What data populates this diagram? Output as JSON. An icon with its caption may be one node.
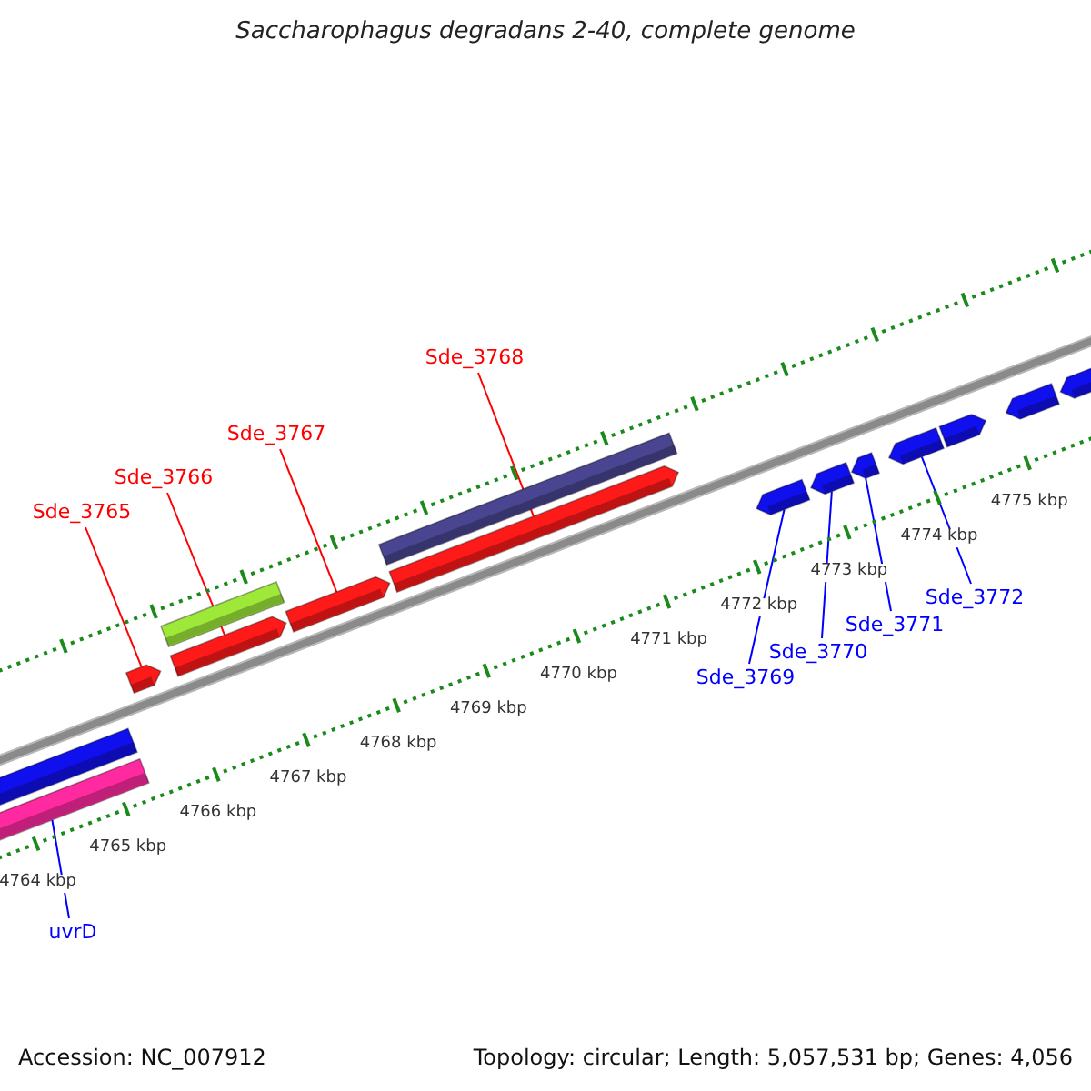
{
  "diagram": {
    "title": "Saccharophagus degradans 2-40, complete genome",
    "nodes": [
      {
        "text": [
          "Sde_3765"
        ]
      },
      {
        "text": [
          "Sde_3766"
        ]
      },
      {
        "text": [
          "Sde_3767"
        ]
      },
      {
        "text": [
          "Sde_3768"
        ]
      },
      {
        "text": [
          "Sde_3769"
        ]
      },
      {
        "text": [
          "Sde_3770"
        ]
      },
      {
        "text": [
          "Sde_3771"
        ]
      },
      {
        "text": [
          "Sde_3772"
        ]
      },
      {
        "text": [
          "uvrD"
        ]
      },
      {
        "text": [],
        "shape": "bar"
      },
      {
        "text": [],
        "shape": "bar"
      },
      {
        "text": [],
        "shape": "arrow"
      },
      {
        "text": [],
        "shape": "bar"
      },
      {
        "text": [],
        "shape": "arrow"
      },
      {
        "text": [],
        "shape": "arrow"
      },
      {
        "text": [],
        "shape": "bar"
      },
      {
        "text": [],
        "shape": "arrow"
      },
      {
        "text": [],
        "shape": "arrow"
      },
      {
        "text": [],
        "shape": "arrow"
      },
      {
        "text": [],
        "shape": "arrow"
      },
      {
        "text": [],
        "shape": "arrow"
      },
      {
        "text": [],
        "shape": "arrow"
      },
      {
        "text": [],
        "shape": "arrow"
      },
      {
        "text": [],
        "shape": "arrow"
      }
    ],
    "edges": [
      {
        "from": 0,
        "to": 11,
        "arrow": "none",
        "color": "#ff0000"
      },
      {
        "from": 1,
        "to": 13,
        "arrow": "none",
        "color": "#ff0000"
      },
      {
        "from": 2,
        "to": 14,
        "arrow": "none",
        "color": "#ff0000"
      },
      {
        "from": 3,
        "to": 16,
        "arrow": "none",
        "color": "#ff0000"
      },
      {
        "from": 4,
        "to": 17,
        "arrow": "none"
      },
      {
        "from": 5,
        "to": 18,
        "arrow": "none"
      },
      {
        "from": 6,
        "to": 19,
        "arrow": "none"
      },
      {
        "from": 7,
        "to": 20,
        "arrow": "none"
      },
      {
        "from": 8,
        "to": 10,
        "arrow": "none"
      }
    ],
    "labels": [
      "4764 kbp",
      "4765 kbp",
      "4766 kbp",
      "4767 kbp",
      "4768 kbp",
      "4769 kbp",
      "4770 kbp",
      "4771 kbp",
      "4772 kbp",
      "4773 kbp",
      "4774 kbp",
      "4775 kbp",
      "Accession: NC_007912",
      "Topology: circular; Length: 5,057,531 bp; Genes: 4,056"
    ]
  }
}
